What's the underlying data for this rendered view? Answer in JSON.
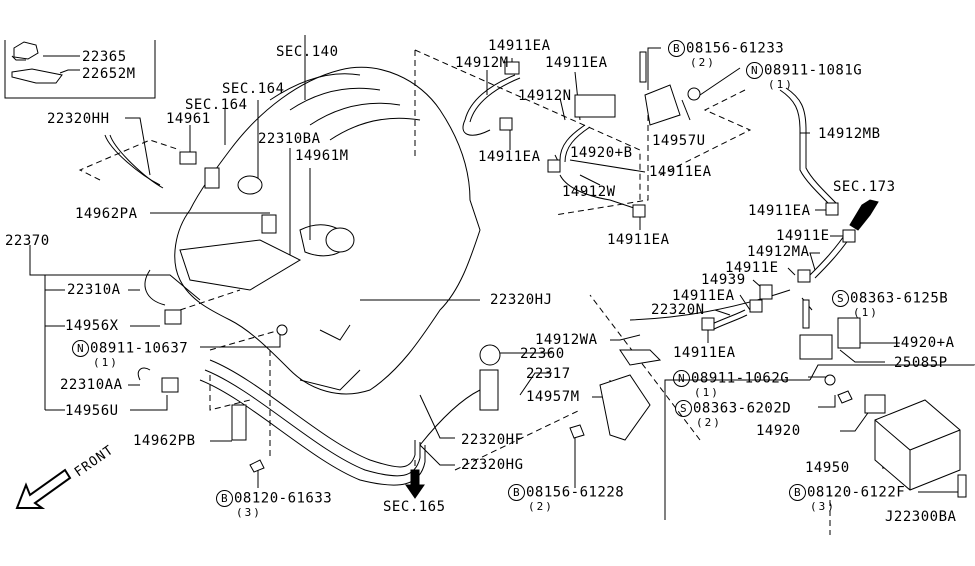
{
  "diagram": {
    "ref_code": "J22300BA",
    "front_label": "FRONT",
    "inset_parts": [
      "22365",
      "22652M"
    ],
    "labels": {
      "sec140": "SEC.140",
      "sec164a": "SEC.164",
      "sec164b": "SEC.164",
      "p22320HH": "22320HH",
      "p14961": "14961",
      "p22310BA": "22310BA",
      "p14961M": "14961M",
      "p14962PA": "14962PA",
      "p22370": "22370",
      "p22310A": "22310A",
      "p14956X": "14956X",
      "n0891110637": "08911-10637",
      "n0891110637_qty": "(1)",
      "p22310AA": "22310AA",
      "p14956U": "14956U",
      "p14962PB": "14962PB",
      "b0812061633": "08120-61633",
      "b0812061633_qty": "(3)",
      "p14911EA_top": "14911EA",
      "p14912M": "14912M",
      "p14911EA_2": "14911EA",
      "p14912N": "14912N",
      "p14911EA_3": "14911EA",
      "p14920B": "14920+B",
      "p14911EA_4": "14911EA",
      "p14912W": "14912W",
      "p14911EA_5": "14911EA",
      "p14957U": "14957U",
      "b0815661233": "08156-61233",
      "b0815661233_qty": "(2)",
      "n089111081G": "08911-1081G",
      "n089111081G_qty": "(1)",
      "p14912MB": "14912MB",
      "sec173": "SEC.173",
      "p14911EA_6": "14911EA",
      "p14911E_1": "14911E",
      "p14912MA": "14912MA",
      "p14911E_2": "14911E",
      "p14939": "14939",
      "p14911EA_7": "14911EA",
      "p22320N": "22320N",
      "p14911EA_8": "14911EA",
      "p22320HJ": "22320HJ",
      "p14912WA": "14912WA",
      "p22360": "22360",
      "p22317": "22317",
      "p14957M": "14957M",
      "p22320HF": "22320HF",
      "p22320HG": "22320HG",
      "sec165": "SEC.165",
      "b0815661228": "08156-61228",
      "b0815661228_qty": "(2)",
      "s083636125B": "08363-6125B",
      "s083636125B_qty": "(1)",
      "p14920A": "14920+A",
      "p25085P": "25085P",
      "n089111062G": "08911-1062G",
      "n089111062G_qty": "(1)",
      "s083636202D": "08363-6202D",
      "s083636202D_qty": "(2)",
      "p14920": "14920",
      "p14950": "14950",
      "b081206122F": "08120-6122F",
      "b081206122F_qty": "(3)"
    },
    "markers": {
      "bolt": "B",
      "nut": "N",
      "screw": "S"
    }
  }
}
